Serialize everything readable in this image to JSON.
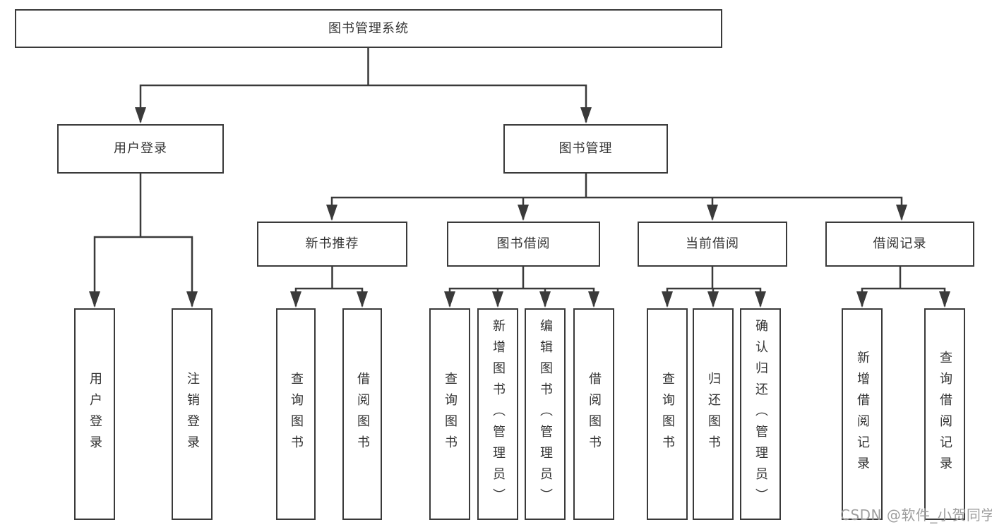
{
  "diagram_title": "图书管理系统",
  "nodes": {
    "root": "图书管理系统",
    "l2": [
      "用户登录",
      "图书管理"
    ],
    "l3": [
      "新书推荐",
      "图书借阅",
      "当前借阅",
      "借阅记录"
    ],
    "leaves": {
      "userLogin": [
        "用户登录",
        "注销登录"
      ],
      "newBooks": [
        "查询图书",
        "借阅图书"
      ],
      "bookBorrow": [
        "查询图书",
        "新增图书（管理员）",
        "编辑图书（管理员）",
        "借阅图书"
      ],
      "currentBorrow": [
        "查询图书",
        "归还图书",
        "确认归还（管理员）"
      ],
      "borrowRecords": [
        "新增借阅记录",
        "查询借阅记录"
      ]
    }
  },
  "hierarchy": {
    "label": "图书管理系统",
    "children": [
      {
        "label": "用户登录",
        "children": [
          {
            "label": "用户登录"
          },
          {
            "label": "注销登录"
          }
        ]
      },
      {
        "label": "图书管理",
        "children": [
          {
            "label": "新书推荐",
            "children": [
              {
                "label": "查询图书"
              },
              {
                "label": "借阅图书"
              }
            ]
          },
          {
            "label": "图书借阅",
            "children": [
              {
                "label": "查询图书"
              },
              {
                "label": "新增图书（管理员）"
              },
              {
                "label": "编辑图书（管理员）"
              },
              {
                "label": "借阅图书"
              }
            ]
          },
          {
            "label": "当前借阅",
            "children": [
              {
                "label": "查询图书"
              },
              {
                "label": "归还图书"
              },
              {
                "label": "确认归还（管理员）"
              }
            ]
          },
          {
            "label": "借阅记录",
            "children": [
              {
                "label": "新增借阅记录"
              },
              {
                "label": "查询借阅记录"
              }
            ]
          }
        ]
      }
    ]
  },
  "watermark": "CSDN @软件_小贺同学",
  "colors": {
    "line": "#3a3a3a",
    "text": "#333333",
    "background": "#ffffff",
    "watermark": "#9e9e9e"
  }
}
